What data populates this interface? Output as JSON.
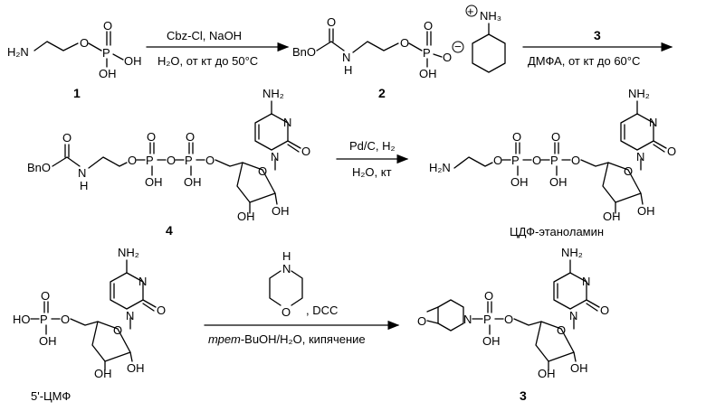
{
  "compounds": {
    "c1": {
      "number": "1"
    },
    "c2": {
      "number": "2"
    },
    "c3": {
      "number": "3"
    },
    "c4": {
      "number": "4"
    },
    "cdp": {
      "caption": "ЦДФ-этаноламин"
    },
    "cmp": {
      "caption": "5'-ЦМФ"
    }
  },
  "arrows": {
    "a1": {
      "top": "Cbz-Cl, NaOH",
      "bottom": "H₂O, от кт до 50°C"
    },
    "a2": {
      "top": "3",
      "bottom": "ДМФА, от кт до 60°C"
    },
    "a3": {
      "top": "Pd/C, H₂",
      "bottom": "H₂O, кт"
    },
    "a4": {
      "top": ", DCC",
      "bottom_italic": "трет",
      "bottom_rest": "-BuOH/H₂O, кипячение"
    }
  },
  "atoms": {
    "H2N": "H₂N",
    "NH2": "NH₂",
    "NH3": "NH₃",
    "O": "O",
    "OH": "OH",
    "HO": "HO",
    "P": "P",
    "N": "N",
    "H": "H",
    "BnO": "BnO",
    "plus": "+",
    "minus": "−"
  }
}
